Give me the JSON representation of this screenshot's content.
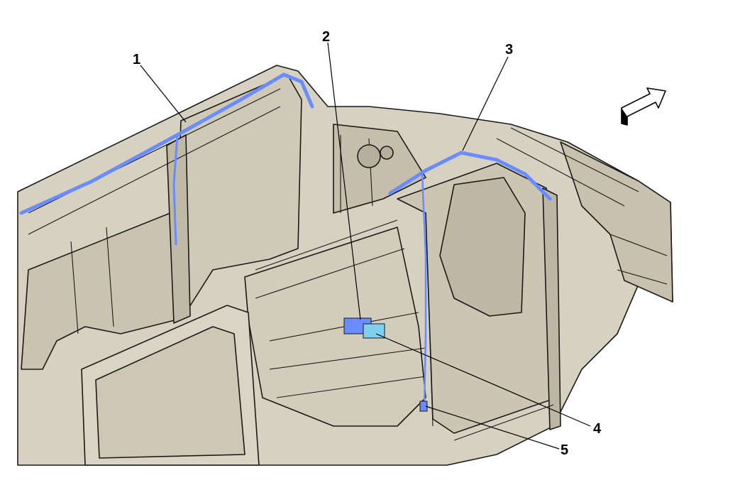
{
  "callouts": [
    {
      "id": 1,
      "label": "1"
    },
    {
      "id": 2,
      "label": "2"
    },
    {
      "id": 3,
      "label": "3"
    },
    {
      "id": 4,
      "label": "4"
    },
    {
      "id": 5,
      "label": "5"
    }
  ],
  "colors": {
    "body_fill": "#d6d1c0",
    "body_shade": "#c4beab",
    "outline": "#1a1a1a",
    "airbag_harness": "#6b8cff",
    "module": "#7fd0f0",
    "arrow_fill": "#ffffff"
  },
  "icons": {
    "direction": "forward-direction-arrow-icon"
  }
}
